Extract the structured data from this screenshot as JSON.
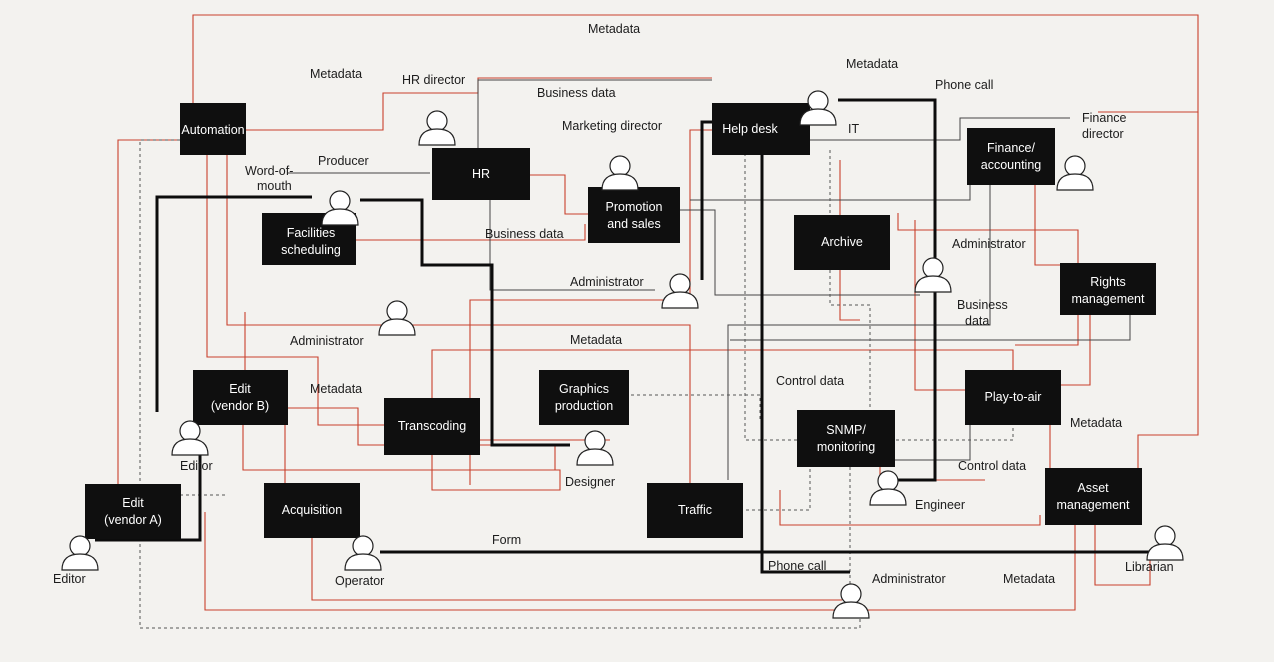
{
  "colors": {
    "background": "#f3f2ef",
    "box": "#0f0f0f",
    "line_red": "#c9402c",
    "line_thick": "#0c0c0c",
    "line_dashed": "#555555"
  },
  "boxes": {
    "automation": [
      "Automation"
    ],
    "hr": [
      "HR"
    ],
    "help_desk": [
      "Help desk"
    ],
    "finance": [
      "Finance/",
      "accounting"
    ],
    "promotion": [
      "Promotion",
      "and sales"
    ],
    "facilities": [
      "Facilities",
      "scheduling"
    ],
    "archive": [
      "Archive"
    ],
    "rights": [
      "Rights",
      "management"
    ],
    "play_to_air": [
      "Play-to-air"
    ],
    "edit_b": [
      "Edit",
      "(vendor B)"
    ],
    "transcoding": [
      "Transcoding"
    ],
    "graphics": [
      "Graphics",
      "production"
    ],
    "snmp": [
      "SNMP/",
      "monitoring"
    ],
    "acquisition": [
      "Acquisition"
    ],
    "edit_a": [
      "Edit",
      "(vendor A)"
    ],
    "traffic": [
      "Traffic"
    ],
    "asset": [
      "Asset",
      "management"
    ]
  },
  "roles": {
    "hr_director": "HR director",
    "marketing_director": "Marketing director",
    "finance_director": [
      "Finance",
      "director"
    ],
    "producer": "Producer",
    "administrator_promo": "Administrator",
    "administrator_archive": "Administrator",
    "administrator_left": "Administrator",
    "editor_b": "Editor",
    "editor_a": "Editor",
    "designer": "Designer",
    "engineer": "Engineer",
    "operator": "Operator",
    "administrator_bottom": "Administrator",
    "librarian": "Librarian"
  },
  "flows": {
    "metadata_top": "Metadata",
    "metadata_left": "Metadata",
    "metadata_helpdesk": "Metadata",
    "phone_call_top": "Phone call",
    "business_data_top": "Business data",
    "it": "IT",
    "word_of_mouth": [
      "Word-of-",
      "mouth"
    ],
    "business_data_mid": "Business data",
    "business_data_right": [
      "Business",
      "data"
    ],
    "metadata_mid": "Metadata",
    "metadata_editb": "Metadata",
    "control_data_mid": "Control data",
    "metadata_right": "Metadata",
    "control_data_right": "Control data",
    "form": "Form",
    "phone_call_bottom": "Phone call",
    "metadata_bottom": "Metadata"
  }
}
